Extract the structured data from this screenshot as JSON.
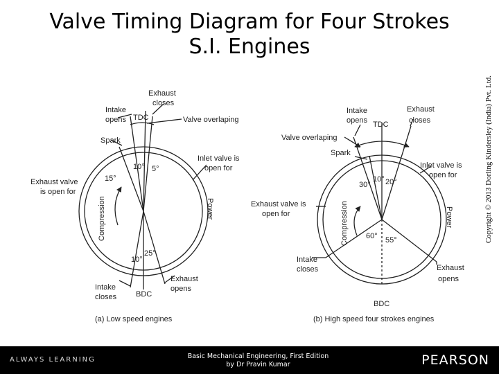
{
  "slide": {
    "title_line1": "Valve Timing Diagram for Four Strokes",
    "title_line2": "S.I. Engines",
    "copyright": "Copyright © 2013 Dorling Kindersley (India) Pvt. Ltd."
  },
  "diagram_a": {
    "caption": "(a) Low speed engines",
    "tdc": "TDC",
    "bdc": "BDC",
    "intake_opens": [
      "Intake",
      "opens"
    ],
    "exhaust_closes": [
      "Exhaust",
      "closes"
    ],
    "valve_overlaping": "Valve overlaping",
    "spark": "Spark",
    "inlet_open": [
      "Inlet valve is",
      "open for"
    ],
    "exhaust_open_for": [
      "Exhaust valve",
      "is open for"
    ],
    "compression": "Compression",
    "power": "Power",
    "intake_closes": [
      "Intake",
      "closes"
    ],
    "exhaust_opens": [
      "Exhaust",
      "opens"
    ],
    "angles": {
      "intake_open": "10°",
      "exhaust_close": "5°",
      "spark": "15°",
      "intake_close": "10°",
      "exhaust_open": "25°"
    }
  },
  "diagram_b": {
    "caption": "(b) High speed four strokes engines",
    "tdc": "TDC",
    "bdc": "BDC",
    "intake_opens": [
      "Intake",
      "opens"
    ],
    "exhaust_closes": [
      "Exhaust",
      "closes"
    ],
    "valve_overlaping": "Valve overlaping",
    "spark": "Spark",
    "inlet_open": [
      "Inlet valve is",
      "open for"
    ],
    "exhaust_open_for": [
      "Exhaust valve is",
      "open for"
    ],
    "compression": "Compression",
    "power": "Power",
    "intake_closes": [
      "Intake",
      "closes"
    ],
    "exhaust_opens": [
      "Exhaust",
      "opens"
    ],
    "angles": {
      "intake_open": "30°",
      "spark": "10°",
      "exhaust_close": "20°",
      "intake_close": "60°",
      "exhaust_open": "55°"
    }
  },
  "footer": {
    "tagline": "ALWAYS LEARNING",
    "book_line1": "Basic Mechanical Engineering, First Edition",
    "book_line2": "by Dr Pravin Kumar",
    "brand": "PEARSON"
  }
}
